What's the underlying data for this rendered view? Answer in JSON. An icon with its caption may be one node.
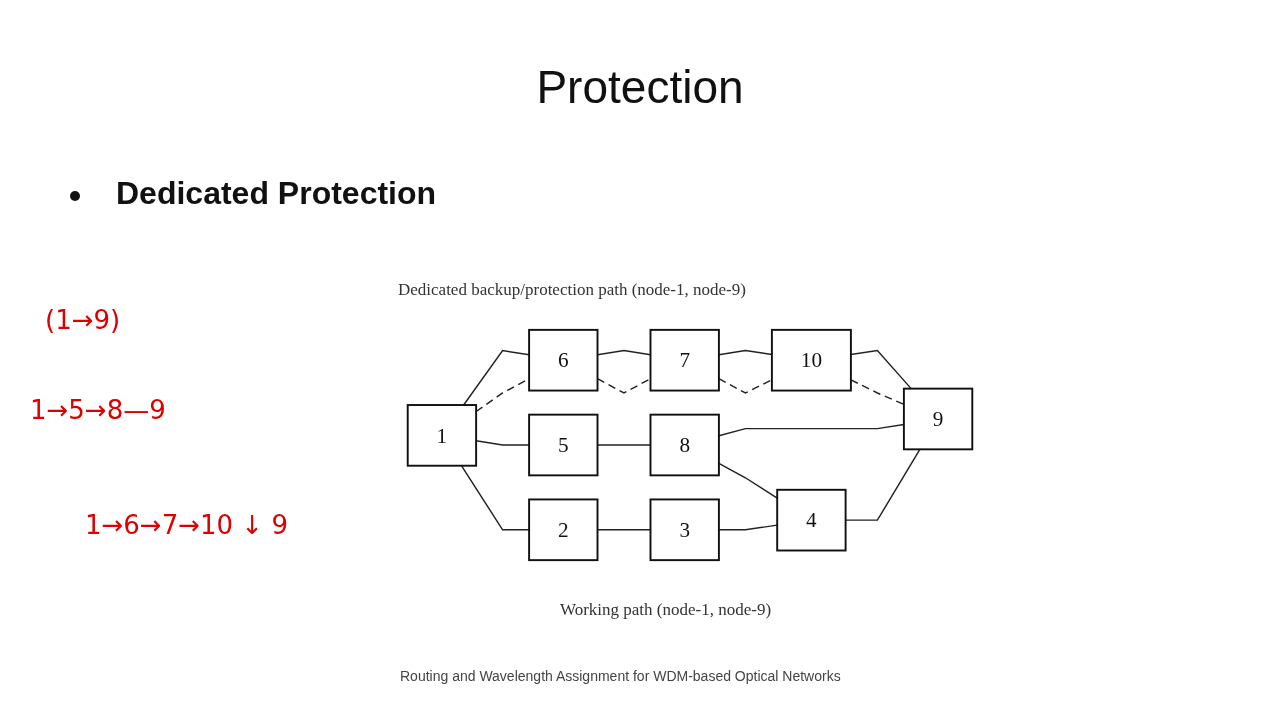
{
  "diagram": {
    "title": "Protection",
    "nodes": [
      {
        "text": [
          "1"
        ]
      },
      {
        "text": [
          "2"
        ]
      },
      {
        "text": [
          "3"
        ]
      },
      {
        "text": [
          "4"
        ]
      },
      {
        "text": [
          "5"
        ]
      },
      {
        "text": [
          "6"
        ]
      },
      {
        "text": [
          "7"
        ]
      },
      {
        "text": [
          "8"
        ]
      },
      {
        "text": [
          "9"
        ]
      },
      {
        "text": [
          "10"
        ]
      }
    ],
    "edges": [
      {
        "from": 0,
        "to": 5,
        "arrow": "none"
      },
      {
        "from": 5,
        "to": 6,
        "arrow": "none"
      },
      {
        "from": 6,
        "to": 9,
        "arrow": "none"
      },
      {
        "from": 9,
        "to": 8,
        "arrow": "none"
      },
      {
        "from": 0,
        "to": 5,
        "arrow": "none",
        "style": "dashed"
      },
      {
        "from": 5,
        "to": 6,
        "arrow": "none",
        "style": "dashed"
      },
      {
        "from": 6,
        "to": 9,
        "arrow": "none",
        "style": "dashed"
      },
      {
        "from": 9,
        "to": 8,
        "arrow": "none",
        "style": "dashed"
      },
      {
        "from": 0,
        "to": 4,
        "arrow": "none"
      },
      {
        "from": 4,
        "to": 7,
        "arrow": "none"
      },
      {
        "from": 7,
        "to": 8,
        "arrow": "none"
      },
      {
        "from": 7,
        "to": 3,
        "arrow": "none"
      },
      {
        "from": 0,
        "to": 1,
        "arrow": "none"
      },
      {
        "from": 1,
        "to": 2,
        "arrow": "none"
      },
      {
        "from": 2,
        "to": 3,
        "arrow": "none"
      },
      {
        "from": 3,
        "to": 8,
        "arrow": "none"
      }
    ],
    "labels": [
      "Dedicated Protection",
      "(1→9)",
      "1→5→8—9",
      "1→6→7→10 ↓ 9",
      "Dedicated backup/protection path (node-1, node-9)",
      "Working path (node-1, node-9)"
    ],
    "caption": "Routing and Wavelength Assignment for WDM-based Optical Networks"
  }
}
